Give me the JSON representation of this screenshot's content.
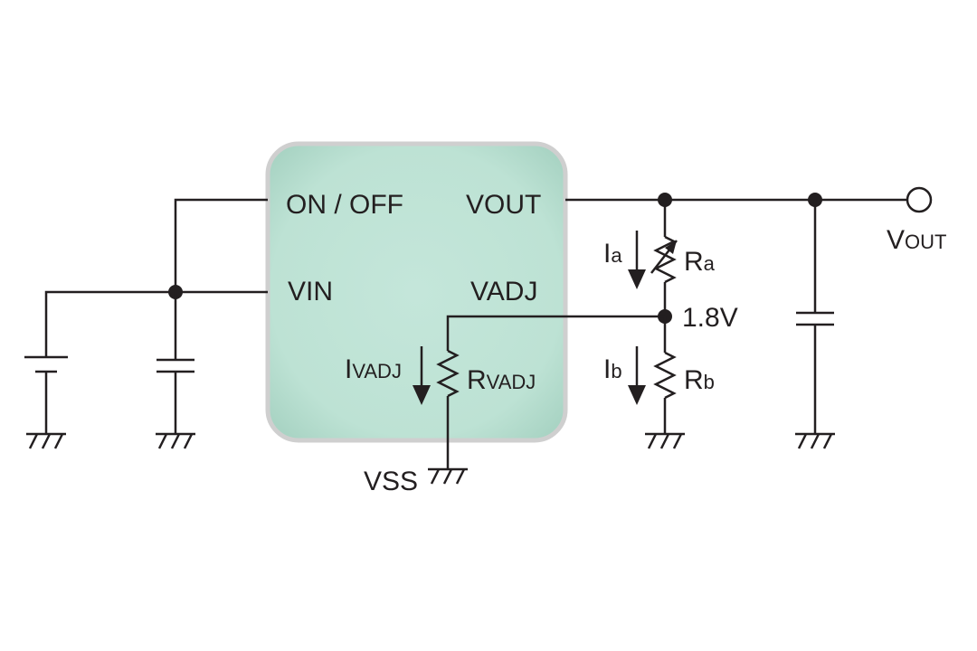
{
  "pins": {
    "on_off": "ON / OFF",
    "vout": "VOUT",
    "vin": "VIN",
    "vadj": "VADJ"
  },
  "labels": {
    "ivadj_main": "I",
    "ivadj_sub": "VADJ",
    "rvadj_main": "R",
    "rvadj_sub": "VADJ",
    "ia_main": "I",
    "ia_sub": "a",
    "ra_main": "R",
    "ra_sub": "a",
    "ib_main": "I",
    "ib_sub": "b",
    "rb_main": "R",
    "rb_sub": "b",
    "node_voltage": "1.8V",
    "vss": "VSS",
    "vout_terminal_main": "V",
    "vout_terminal_sub": "OUT"
  },
  "colors": {
    "ic_fill": "#bfe3d6",
    "ic_border": "#c9c9c9",
    "line": "#231f20"
  }
}
